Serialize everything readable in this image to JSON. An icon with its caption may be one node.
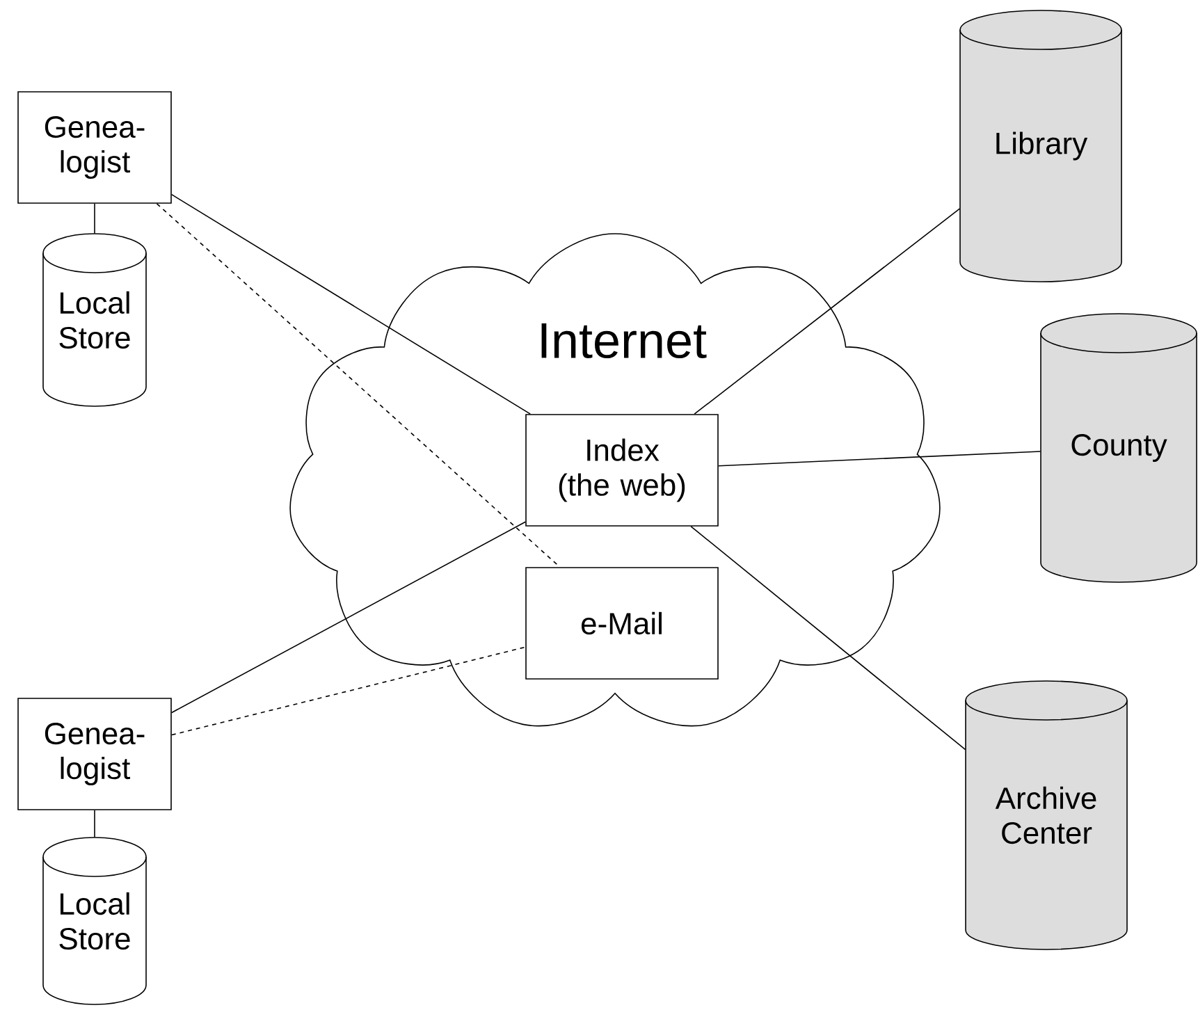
{
  "diagram": {
    "nodes": [
      {
        "text": [
          "Internet"
        ]
      },
      {
        "text": [
          "Index (the web)"
        ],
        "in": 0
      },
      {
        "text": [
          "e-Mail"
        ],
        "in": 0
      },
      {
        "text": [
          "Genea- logist"
        ]
      },
      {
        "text": [
          "Local Store"
        ]
      },
      {
        "text": [
          "Genea- logist"
        ]
      },
      {
        "text": [
          "Local Store"
        ]
      },
      {
        "text": [
          "Library"
        ]
      },
      {
        "text": [
          "County"
        ]
      },
      {
        "text": [
          "Archive Center"
        ]
      }
    ],
    "edges": [
      {
        "from": 3,
        "to": 4,
        "arrow": "none"
      },
      {
        "from": 3,
        "to": 1,
        "arrow": "none"
      },
      {
        "from": 3,
        "to": 2,
        "arrow": "none",
        "style": "dashed"
      },
      {
        "from": 5,
        "to": 6,
        "arrow": "none"
      },
      {
        "from": 5,
        "to": 1,
        "arrow": "none"
      },
      {
        "from": 5,
        "to": 2,
        "arrow": "none",
        "style": "dashed"
      },
      {
        "from": 1,
        "to": 7,
        "arrow": "none"
      },
      {
        "from": 1,
        "to": 8,
        "arrow": "none"
      },
      {
        "from": 1,
        "to": 9,
        "arrow": "none"
      }
    ]
  }
}
